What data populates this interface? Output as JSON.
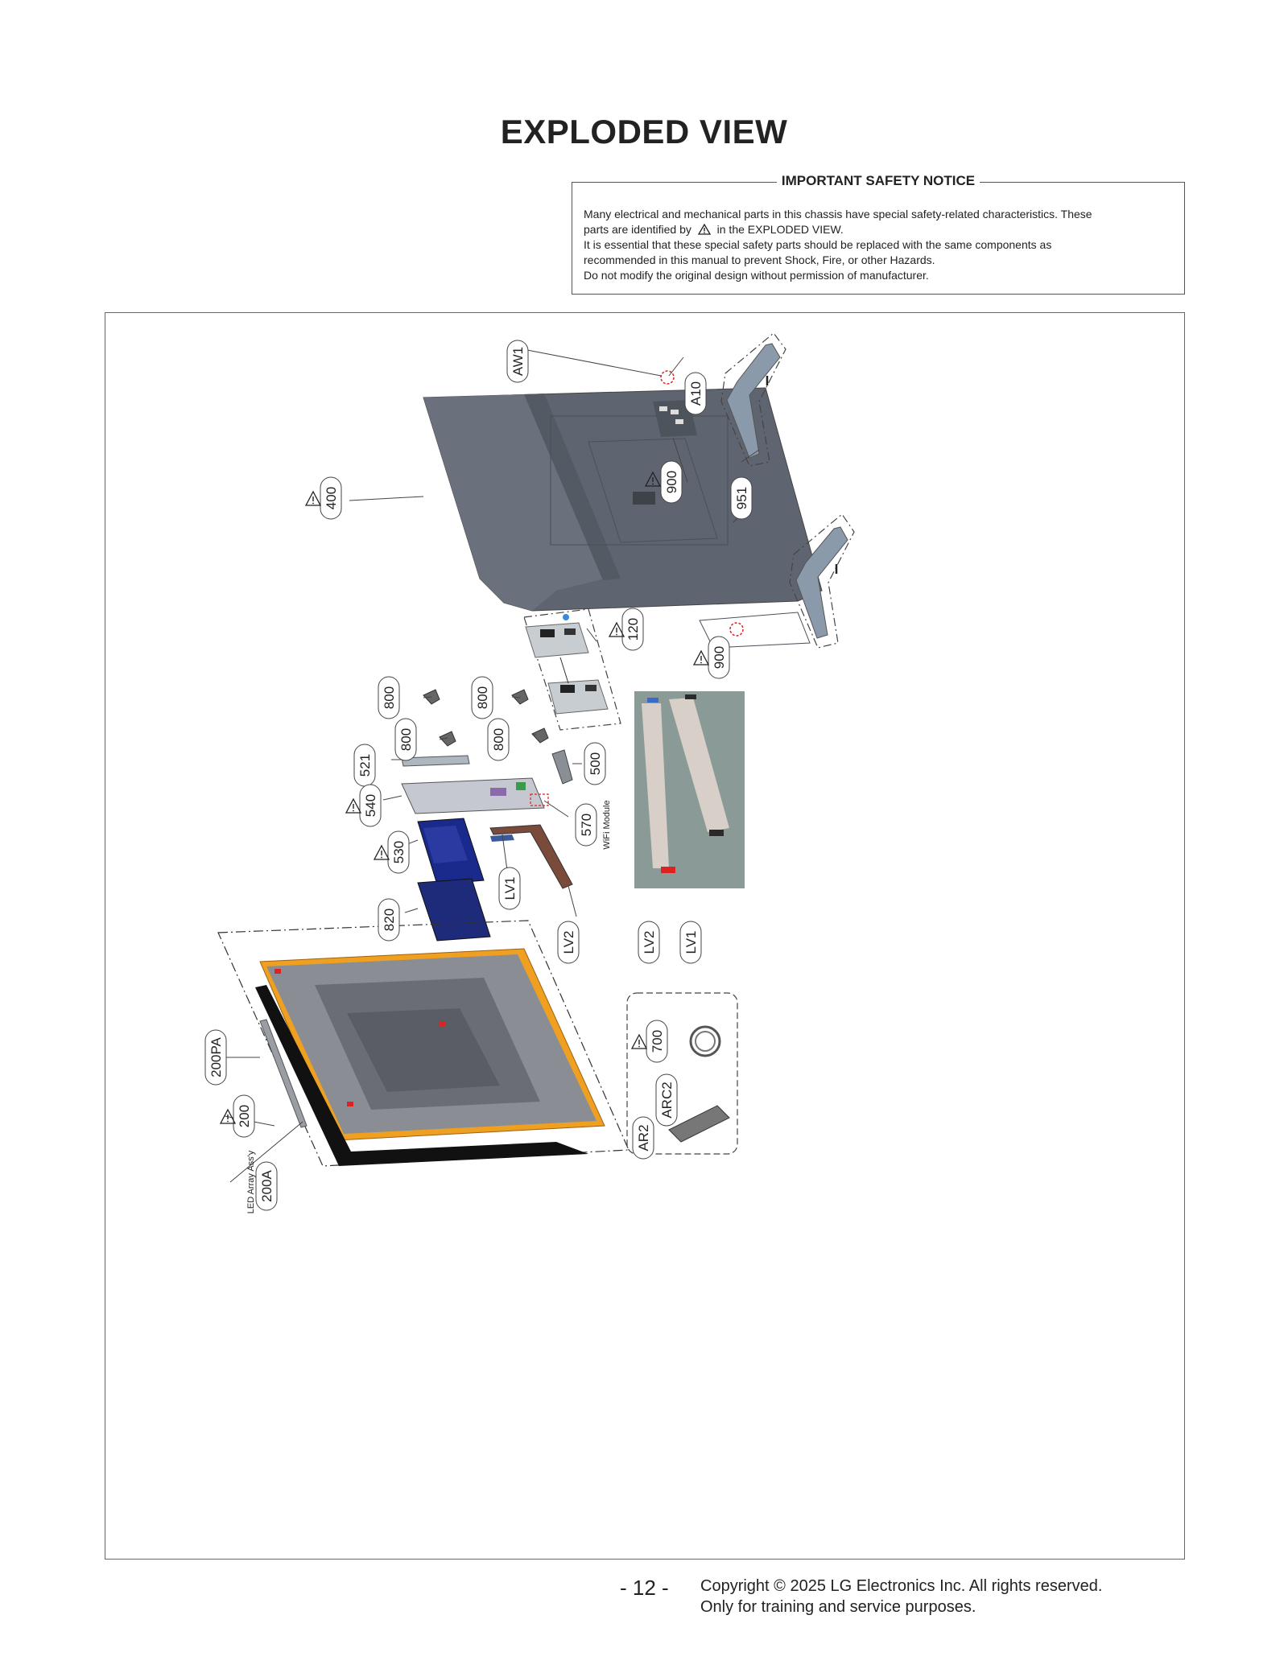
{
  "page": {
    "title": "EXPLODED VIEW"
  },
  "notice": {
    "title": "IMPORTANT SAFETY NOTICE",
    "line1": "Many electrical and mechanical parts in this chassis have special safety-related characteristics. These",
    "line2a": "parts are identified by",
    "line2b": "in the EXPLODED VIEW.",
    "line3": "It is essential that these special safety parts should be replaced with the same components as",
    "line4": "recommended in this manual to prevent Shock, Fire, or other Hazards.",
    "line5": "Do not modify the original design without permission of manufacturer."
  },
  "labels": {
    "aw1": "AW1",
    "a10": "A10",
    "p900a": "900",
    "p951": "951",
    "p400": "400",
    "p120": "120",
    "p900b": "900",
    "p800a": "800",
    "p800b": "800",
    "p800c": "800",
    "p800d": "800",
    "p521": "521",
    "p500": "500",
    "p540": "540",
    "p570": "570",
    "wifi": "WiFi Module",
    "p530": "530",
    "lv1": "LV1",
    "p820": "820",
    "lv2": "LV2",
    "photo_lv2": "LV2",
    "photo_lv1": "LV1",
    "p200pa": "200PA",
    "p200": "200",
    "p200a": "200A",
    "led_array": "LED Array Ass'y",
    "p700": "700",
    "arc2": "ARC2",
    "ar2": "AR2"
  },
  "footer": {
    "page_number": "- 12 -",
    "copyright": "Copyright © 2025 LG Electronics Inc. All rights reserved.",
    "purpose": "Only for training and service purposes."
  },
  "colors": {
    "back_cover": "#5e6570",
    "panel_frame": "#f0a020",
    "board_blue": "#1a2a8c",
    "cable_brown": "#7a4a3a",
    "photo_bg": "#8a9a96"
  }
}
